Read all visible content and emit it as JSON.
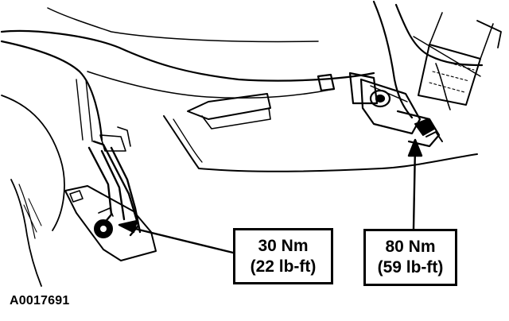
{
  "figure": {
    "id": "A0017691",
    "callouts": [
      {
        "torque_nm": "30 Nm",
        "torque_lbft": "(22 lb-ft)"
      },
      {
        "torque_nm": "80 Nm",
        "torque_lbft": "(59 lb-ft)"
      }
    ]
  },
  "colors": {
    "line": "#000000",
    "background": "#ffffff"
  }
}
